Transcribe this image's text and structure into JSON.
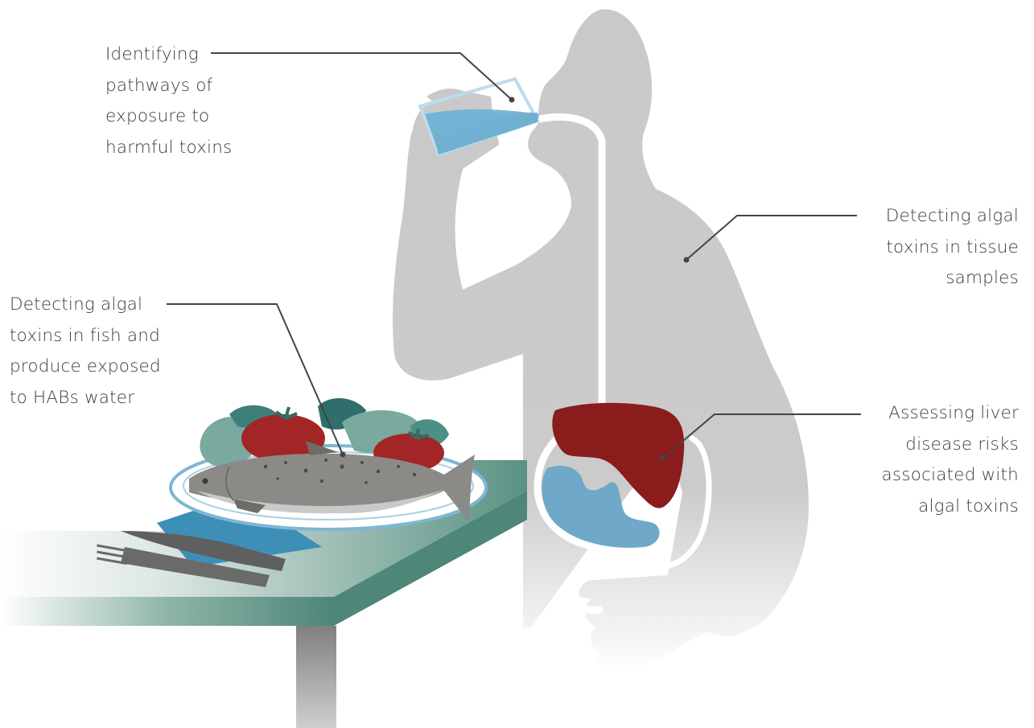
{
  "colors": {
    "background": "#ffffff",
    "silhouette": "#c9c9c9",
    "gut_tract": "#ffffff",
    "liver": "#8a1c1c",
    "stomach": "#6fa8c8",
    "water": "#6fb0d1",
    "table_top": "#5a9283",
    "table_edge": "#4e8677",
    "table_leg": "#8f8f8f",
    "plate_rim": "#7fb6d4",
    "napkin": "#3e8fb8",
    "fish_body": "#8c8a87",
    "fish_belly": "#c9c9c9",
    "tomato": "#a32626",
    "greens": "#4c8f86",
    "leader_line": "#444444",
    "label_text": "#3c3c3c"
  },
  "callouts": [
    {
      "id": "pathways",
      "lines": [
        "Identifying",
        "pathways of",
        "exposure to",
        "harmful toxins"
      ],
      "target": "water glass"
    },
    {
      "id": "tissue",
      "lines": [
        "Detecting algal",
        "toxins in tissue",
        "samples"
      ],
      "target": "body tissue"
    },
    {
      "id": "fish",
      "lines": [
        "Detecting algal",
        "toxins in fish and",
        "produce exposed",
        "to HABs water"
      ],
      "target": "fish on plate"
    },
    {
      "id": "liver",
      "lines": [
        "Assessing liver",
        "disease risks",
        "associated with",
        "algal toxins"
      ],
      "target": "liver"
    }
  ],
  "icons": [
    "person-silhouette-icon",
    "drinking-glass-icon",
    "liver-icon",
    "stomach-icon",
    "fish-icon",
    "tomato-icon",
    "fork-icon",
    "knife-icon",
    "table-icon"
  ]
}
